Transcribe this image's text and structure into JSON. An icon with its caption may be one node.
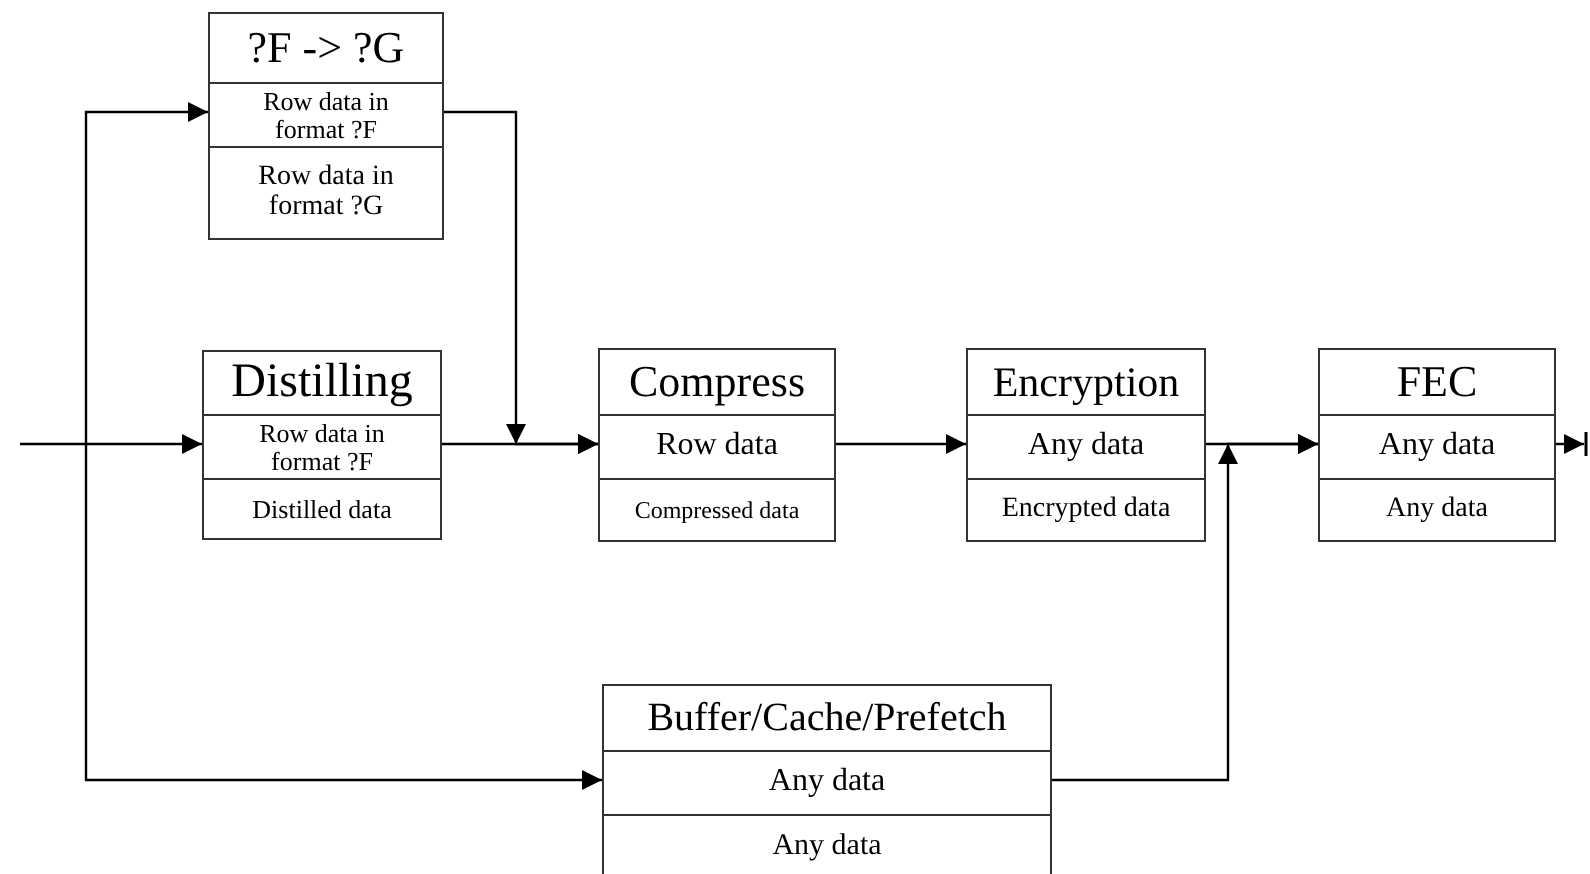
{
  "diagram": {
    "nodes": [
      {
        "text": [
          "?F -> ?G",
          "Row data in format ?F",
          "Row data in format ?G"
        ]
      },
      {
        "text": [
          "Distilling",
          "Row data in format ?F",
          "Distilled data"
        ]
      },
      {
        "text": [
          "Compress",
          "Row data",
          "Compressed data"
        ]
      },
      {
        "text": [
          "Encryption",
          "Any data",
          "Encrypted data"
        ]
      },
      {
        "text": [
          "FEC",
          "Any data",
          "Any data"
        ]
      },
      {
        "text": [
          "Buffer/Cache/Prefetch",
          "Any data",
          "Any data"
        ]
      }
    ],
    "edges": [
      {
        "from": null,
        "to": 1,
        "arrow": "to"
      },
      {
        "from": null,
        "to": 0,
        "arrow": "to"
      },
      {
        "from": null,
        "to": 5,
        "arrow": "to"
      },
      {
        "from": 0,
        "to": 2,
        "arrow": "to"
      },
      {
        "from": 1,
        "to": 2,
        "arrow": "to"
      },
      {
        "from": 2,
        "to": 3,
        "arrow": "to"
      },
      {
        "from": 3,
        "to": 4,
        "arrow": "to"
      },
      {
        "from": 5,
        "to": 4,
        "arrow": "to"
      },
      {
        "from": 4,
        "to": null,
        "arrow": "to"
      }
    ]
  }
}
